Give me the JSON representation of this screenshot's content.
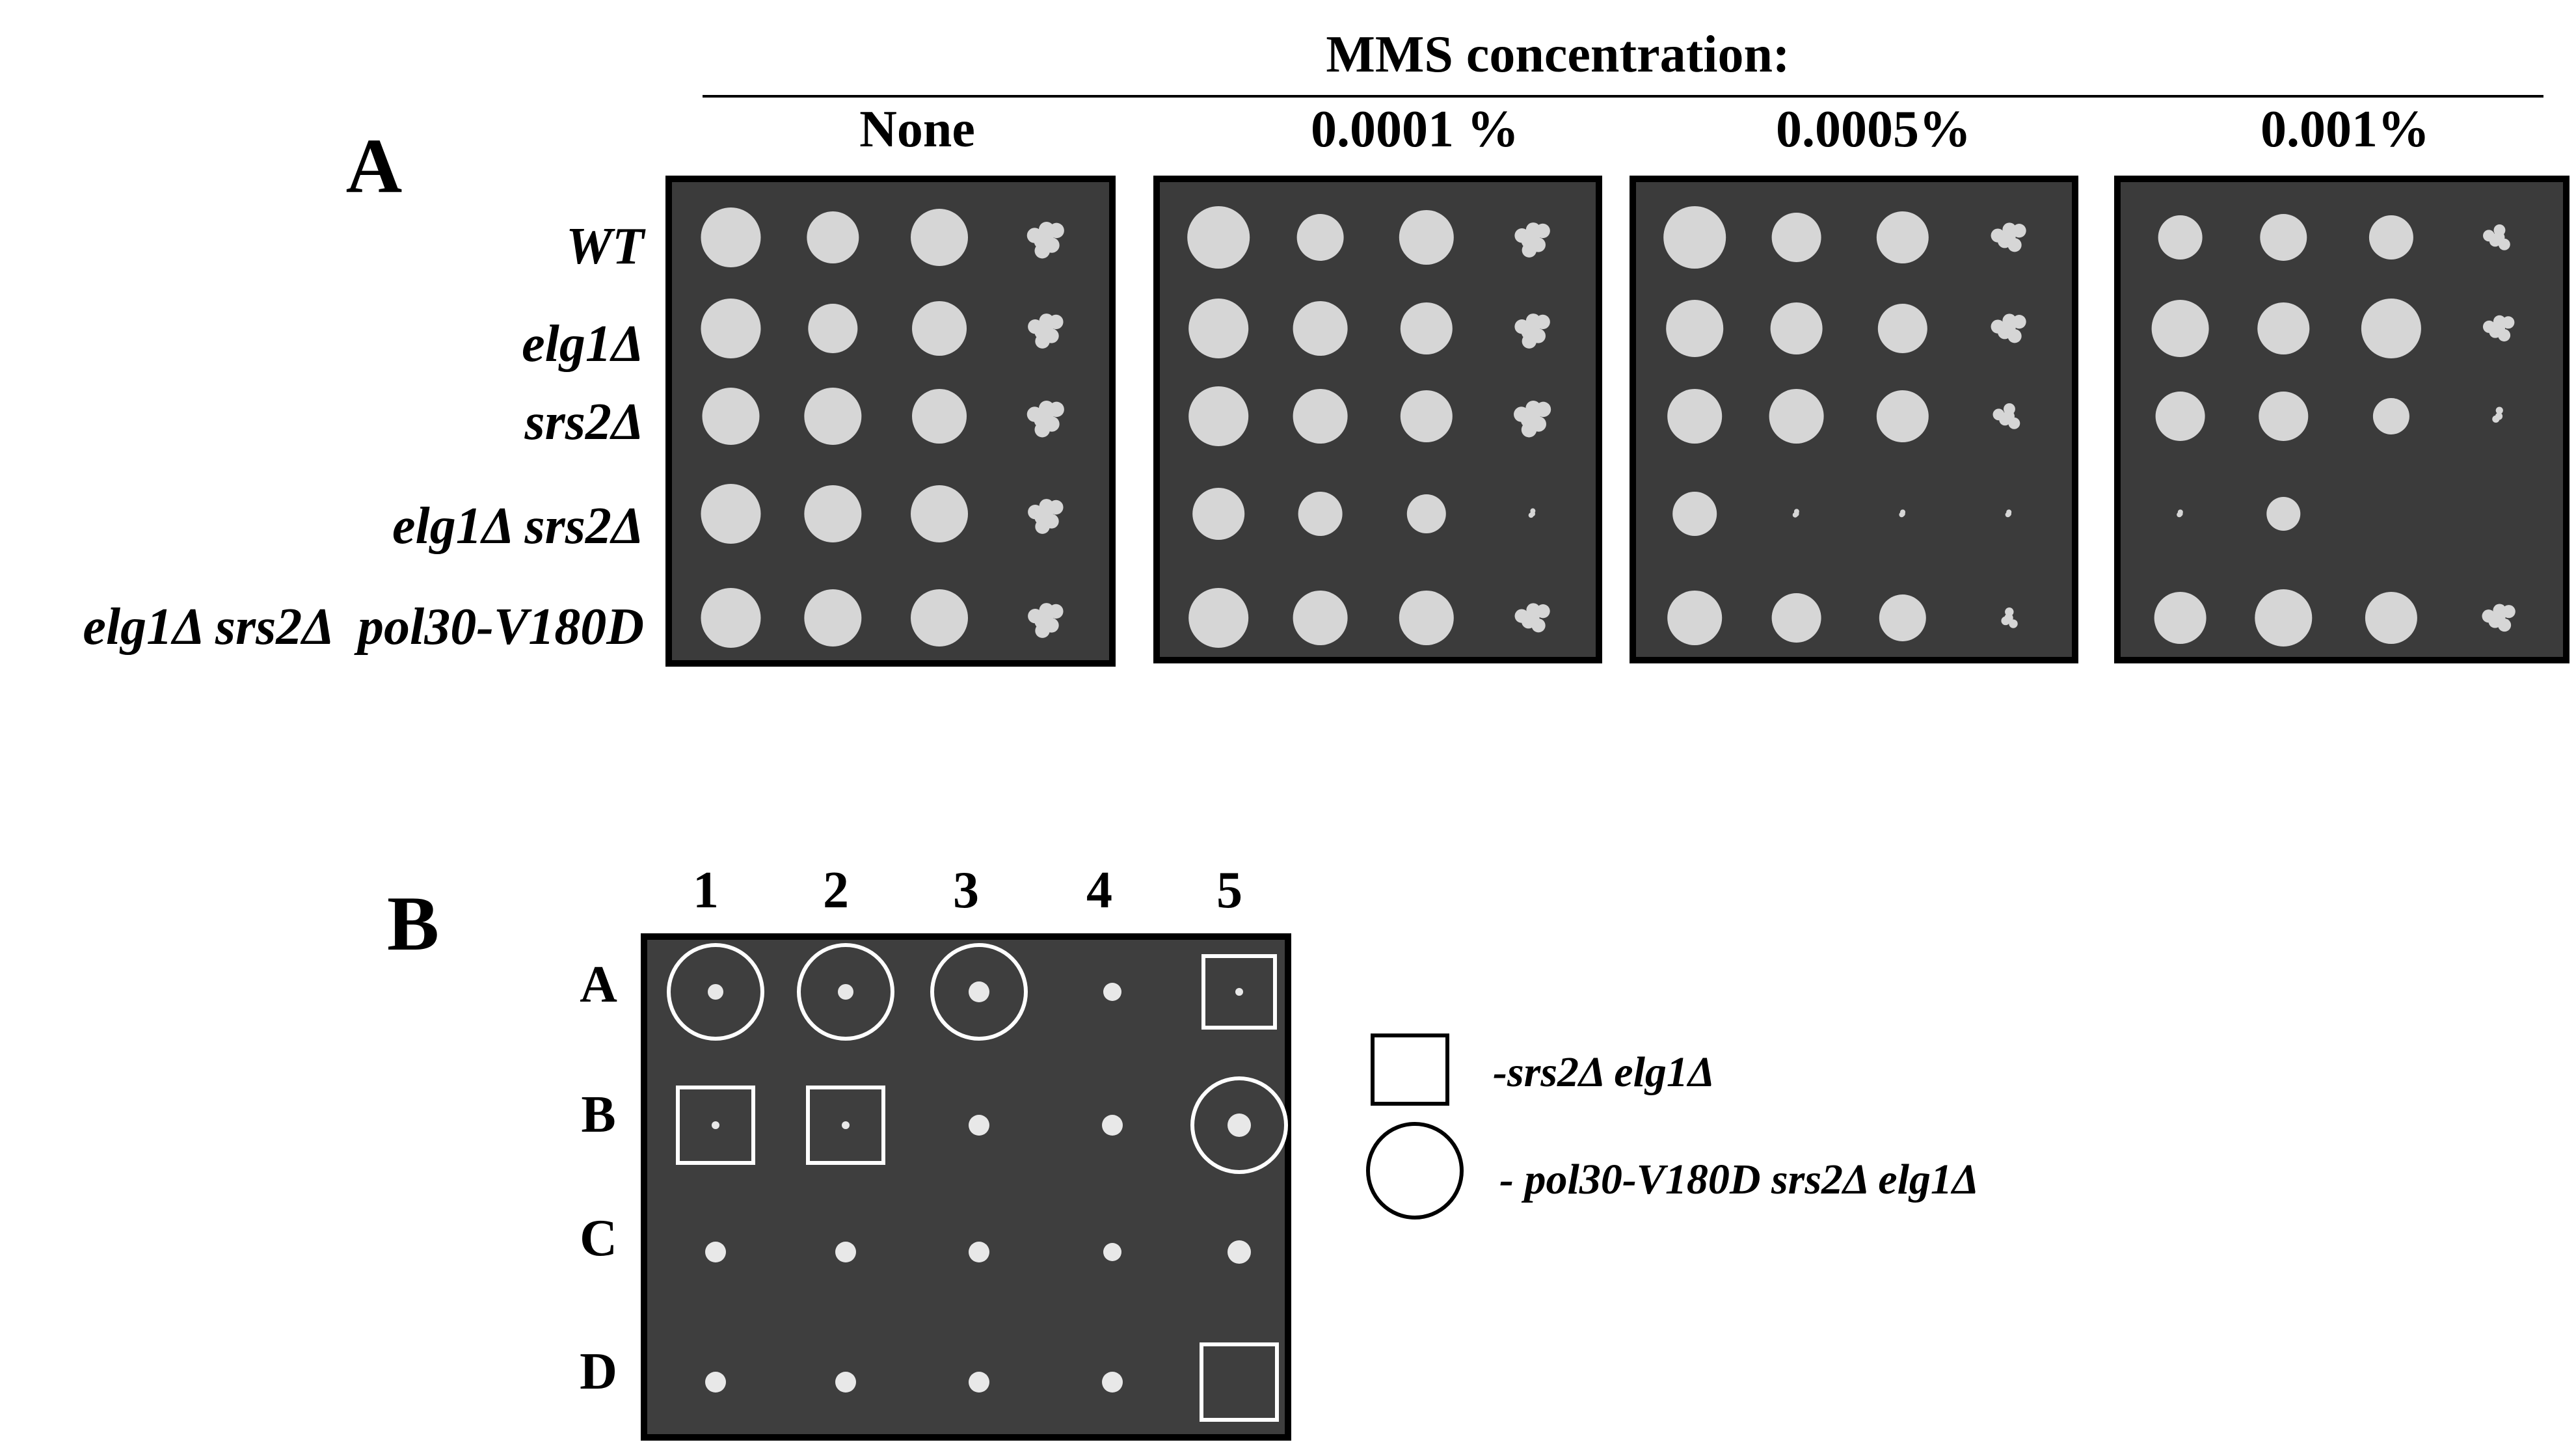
{
  "panel_a": {
    "label": "A",
    "header": "MMS concentration:",
    "conditions": [
      "None",
      "0.0001 %",
      "0.0005%",
      "0.001%"
    ],
    "strains": [
      "WT",
      "elg1Δ",
      "srs2Δ",
      "elg1Δ srs2Δ",
      "elg1Δ srs2Δ  pol30-V180D"
    ],
    "plate_color": "#3b3b3b",
    "colony_color": "#d6d6d6"
  },
  "panel_b": {
    "label": "B",
    "columns": [
      "1",
      "2",
      "3",
      "4",
      "5"
    ],
    "rows": [
      "A",
      "B",
      "C",
      "D"
    ],
    "plate_color": "#3e3e3e",
    "legend": [
      {
        "shape": "square",
        "text": "-srs2Δ elg1Δ"
      },
      {
        "shape": "circle",
        "text": "- pol30-V180D srs2Δ elg1Δ"
      }
    ],
    "grid_marks": [
      [
        "circle",
        "circle",
        "circle",
        "none",
        "square"
      ],
      [
        "square",
        "square",
        "none",
        "none",
        "circle"
      ],
      [
        "none",
        "none",
        "none",
        "none",
        "none"
      ],
      [
        "none",
        "none",
        "none",
        "none",
        "square"
      ]
    ]
  }
}
